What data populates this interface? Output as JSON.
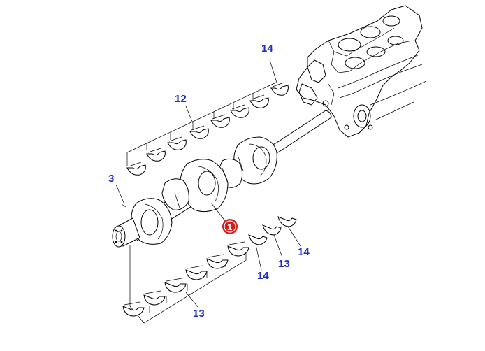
{
  "callouts": {
    "c14_top": "14",
    "c12": "12",
    "c3": "3",
    "c1": "1",
    "c14_right": "14",
    "c13_right": "13",
    "c14_bottom": "14",
    "c13_bottom": "13"
  },
  "colors": {
    "callout_text": "#1c2cc8",
    "main_badge": "#d21e1e",
    "line": "#000000"
  }
}
